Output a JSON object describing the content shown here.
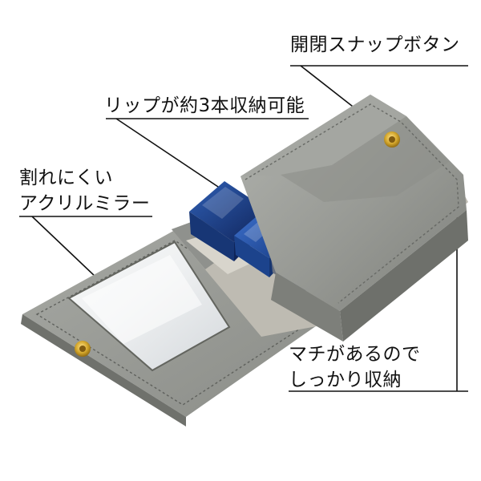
{
  "callouts": {
    "snap_button": "開閉スナップボタン",
    "lipstick_capacity": "リップが約3本収納可能",
    "mirror": [
      "割れにくい",
      "アクリルミラー"
    ],
    "gusset": [
      "マチがあるので",
      "しっかり収納"
    ]
  },
  "product": {
    "case_color": "#9a9c98",
    "case_shadow_color": "#7f817d",
    "interior_color": "#c9c6be",
    "snap_color": "#d4a72c",
    "lipstick_colors": [
      "#1f3f7f",
      "#234f9a",
      "#8c93a6"
    ]
  }
}
